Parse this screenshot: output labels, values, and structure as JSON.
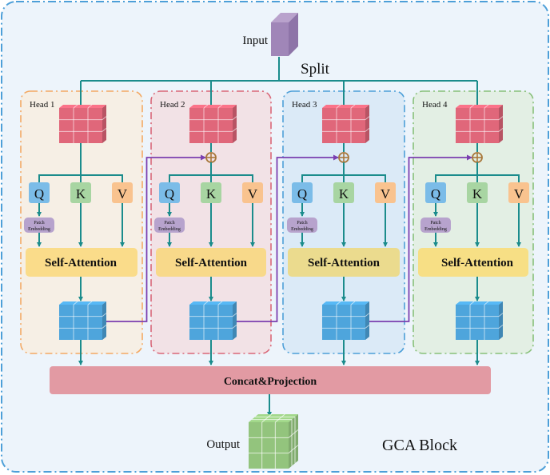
{
  "title": "GCA Block",
  "input": {
    "label": "Input",
    "color": "#a086b8"
  },
  "split_label": "Split",
  "heads": [
    {
      "label": "Head 1",
      "bg": "#f6efe5",
      "border": "#f3a964",
      "has_sum": false,
      "sa_color": "#fadc8a"
    },
    {
      "label": "Head 2",
      "bg": "#f2e2e6",
      "border": "#d96778",
      "has_sum": true,
      "sa_color": "#f8d98a"
    },
    {
      "label": "Head 3",
      "bg": "#dbeaf7",
      "border": "#4d9fd8",
      "has_sum": true,
      "sa_color": "#ebdb8e"
    },
    {
      "label": "Head 4",
      "bg": "#e3efe4",
      "border": "#88c07a",
      "has_sum": true,
      "sa_color": "#f7df85"
    }
  ],
  "qkv": [
    {
      "label": "Q",
      "color": "#7bbce8"
    },
    {
      "label": "K",
      "color": "#a8d5a2"
    },
    {
      "label": "V",
      "color": "#f9c38f"
    }
  ],
  "patch_embedding": {
    "line1": "Patch",
    "line2": "Embedding",
    "color": "#b7a3cd"
  },
  "self_attention_label": "Self-Attention",
  "concat_label": "Concat&Projection",
  "concat_color": "#e29aa3",
  "output": {
    "label": "Output",
    "color": "#93c47d"
  },
  "colors": {
    "outer_bg": "#edf4fb",
    "outer_border": "#4d9fd8",
    "connector": "#1b8c8c",
    "cross_head": "#7b3fb0",
    "sum_node": "#a8773a",
    "split_tensor": "#e0677a",
    "attn_tensor": "#4ea5dc"
  }
}
